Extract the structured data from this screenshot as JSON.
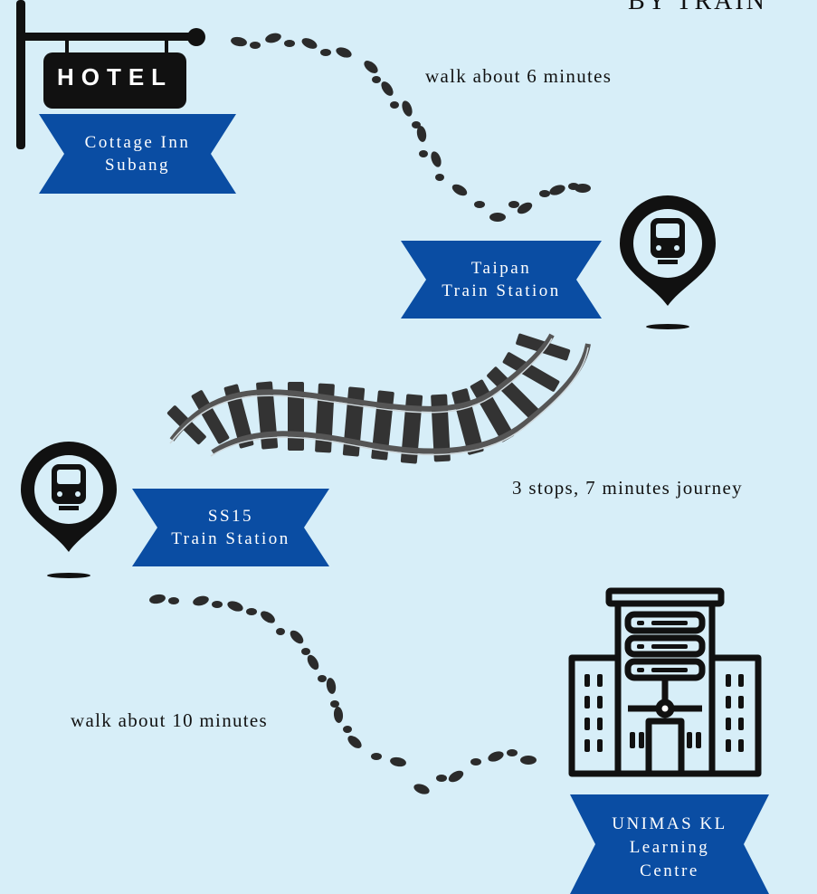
{
  "title": "BY TRAIN",
  "hotel_sign": {
    "text": "HOTEL"
  },
  "stops": {
    "hotel": {
      "line1": "Cottage Inn",
      "line2": "Subang"
    },
    "taipan": {
      "line1": "Taipan",
      "line2": "Train Station"
    },
    "ss15": {
      "line1": "SS15",
      "line2": "Train Station"
    },
    "unimas": {
      "line1": "UNIMAS KL",
      "line2": "Learning",
      "line3": "Centre"
    }
  },
  "legs": {
    "walk1": "walk about 6 minutes",
    "train": "3 stops, 7 minutes journey",
    "walk2": "walk about 10 minutes"
  },
  "colors": {
    "background": "#d7eef8",
    "banner": "#0a4da3",
    "ink": "#111111"
  },
  "icons": [
    "hotel-sign-icon",
    "footprints-icon",
    "train-pin-icon",
    "railway-track-icon",
    "building-icon"
  ]
}
